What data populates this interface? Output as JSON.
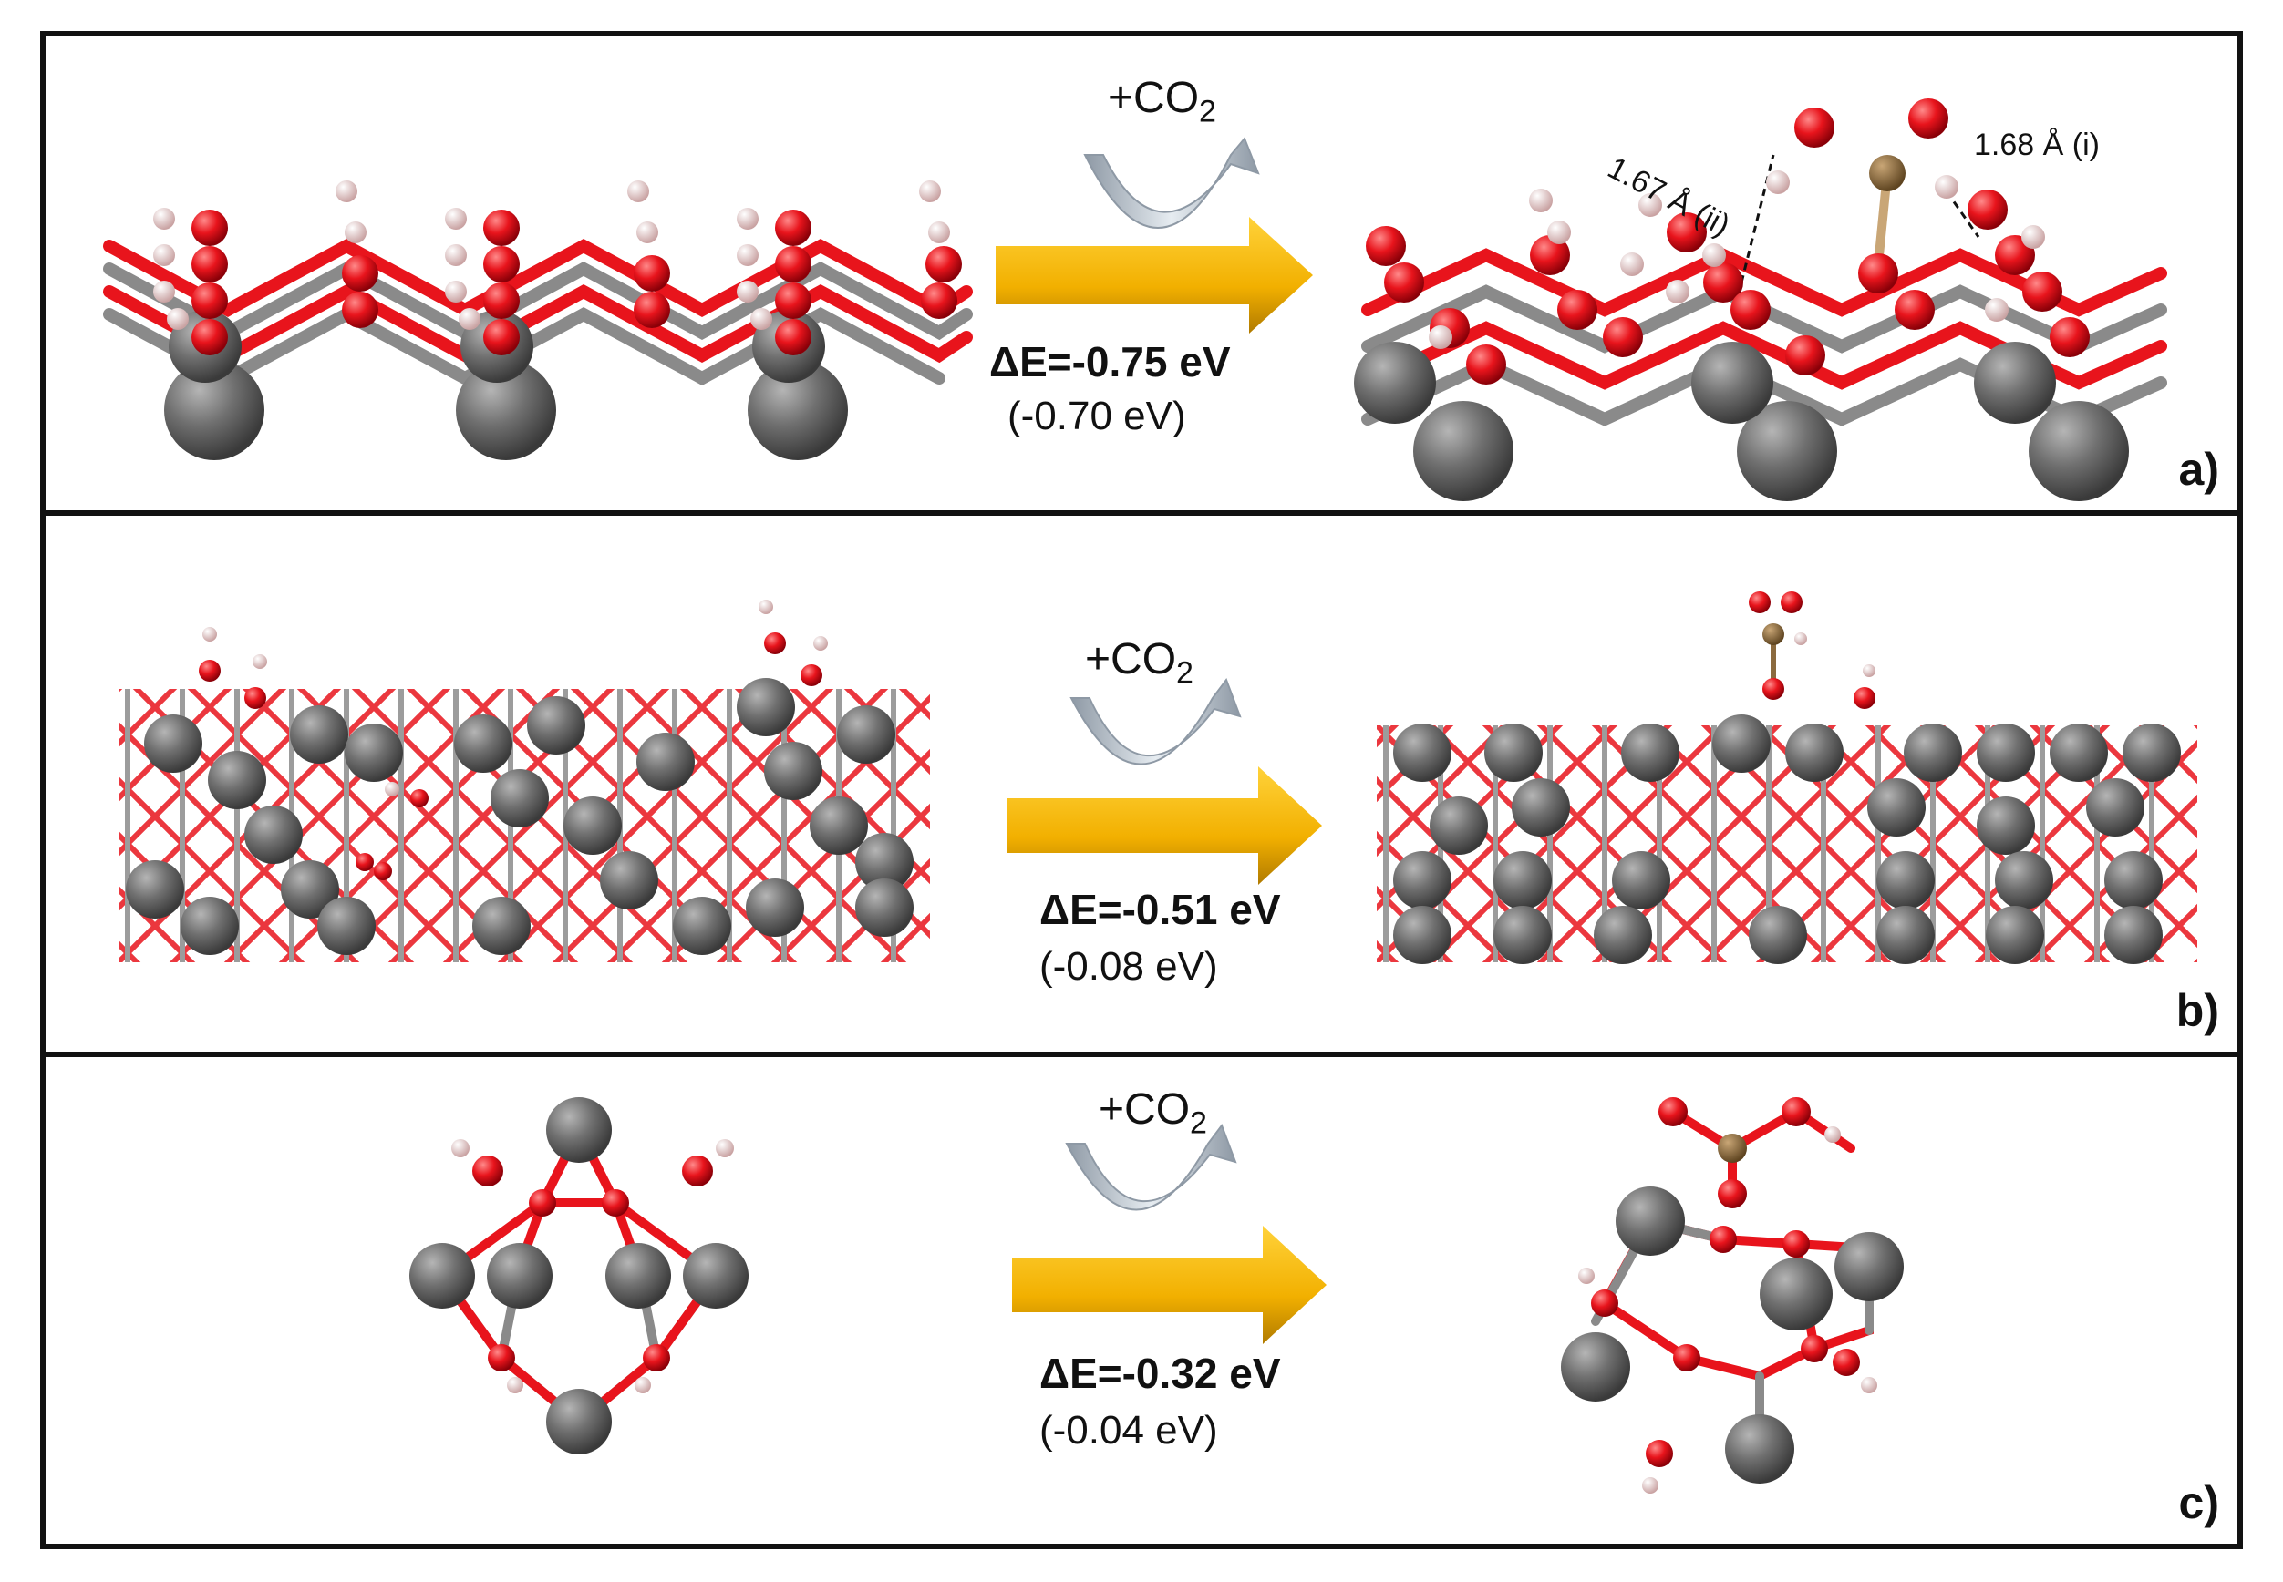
{
  "colors": {
    "metal": "#6e6e6e",
    "oxygen": "#e8141c",
    "hydrogen": "#f2c9c9",
    "carbon": "#8b6a3e",
    "arrow": "#f2b800",
    "curved_arrow": "#b9c4cf",
    "border": "#111111"
  },
  "panels": [
    {
      "label": "a)",
      "reagent": "+CO",
      "reagent_sub": "2",
      "energy": "ΔE=-0.75 eV",
      "energy_alt": "(-0.70 eV)",
      "bond_labels": [
        "1.67 Å (ii)",
        "1.68 Å (i)"
      ]
    },
    {
      "label": "b)",
      "reagent": "+CO",
      "reagent_sub": "2",
      "energy": "ΔE=-0.51 eV",
      "energy_alt": "(-0.08 eV)"
    },
    {
      "label": "c)",
      "reagent": "+CO",
      "reagent_sub": "2",
      "energy": "ΔE=-0.32 eV",
      "energy_alt": "(-0.04 eV)"
    }
  ]
}
